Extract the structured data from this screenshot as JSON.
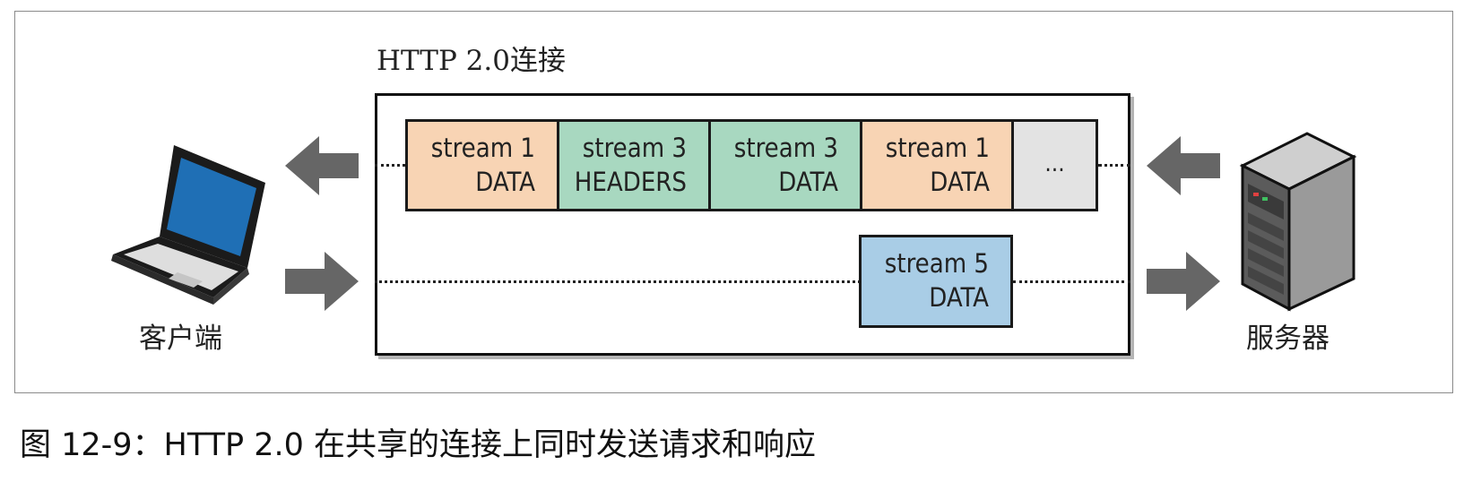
{
  "connection_title": "HTTP 2.0连接",
  "client_label": "客户端",
  "server_label": "服务器",
  "caption": "图 12-9：HTTP 2.0 在共享的连接上同时发送请求和响应",
  "frames_to_client": [
    {
      "line1": "stream 1",
      "line2": "DATA",
      "color": "#f8d4b4"
    },
    {
      "line1": "stream 3",
      "line2": "HEADERS",
      "color": "#a8d8c0"
    },
    {
      "line1": "stream 3",
      "line2": "DATA",
      "color": "#a8d8c0"
    },
    {
      "line1": "stream 1",
      "line2": "DATA",
      "color": "#f8d4b4"
    },
    {
      "line1": "...",
      "line2": "",
      "color": "#e3e3e3"
    }
  ],
  "frames_to_server": [
    {
      "line1": "stream 5",
      "line2": "DATA",
      "color": "#a9cde6"
    }
  ],
  "icons": {
    "client": "laptop-icon",
    "server": "server-tower-icon"
  },
  "arrow_color": "#666666"
}
